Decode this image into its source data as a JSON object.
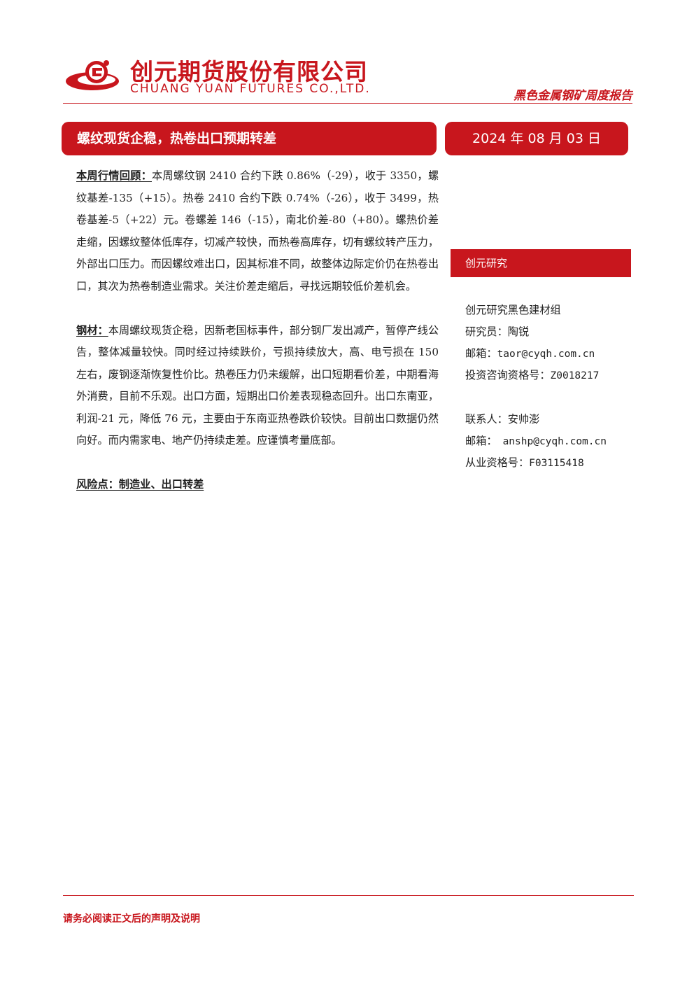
{
  "header": {
    "company_cn": "创元期货股份有限公司",
    "company_en": "CHUANG YUAN FUTURES CO.,LTD.",
    "report_type": "黑色金属钢矿周度报告"
  },
  "title": "螺纹现货企稳，热卷出口预期转差",
  "date": "2024 年 08 月 03 日",
  "sections": [
    {
      "lead": "本周行情回顾：",
      "text": "本周螺纹钢 2410 合约下跌 0.86%（-29），收于 3350，螺纹基差-135（+15）。热卷 2410 合约下跌 0.74%（-26），收于 3499，热卷基差-5（+22）元。卷螺差 146（-15），南北价差-80（+80）。螺热价差走缩，因螺纹整体低库存，切减产较快，而热卷高库存，切有螺纹转产压力，外部出口压力。而因螺纹难出口，因其标准不同，故整体边际定价仍在热卷出口，其次为热卷制造业需求。关注价差走缩后，寻找远期较低价差机会。"
    },
    {
      "lead": "钢材：",
      "text": "本周螺纹现货企稳，因新老国标事件，部分钢厂发出减产，暂停产线公告，整体减量较快。同时经过持续跌价，亏损持续放大，高、电亏损在 150 左右，废钢逐渐恢复性价比。热卷压力仍未缓解，出口短期看价差，中期看海外消费，目前不乐观。出口方面，短期出口价差表现稳态回升。出口东南亚，利润-21 元，降低 76 元，主要由于东南亚热卷跌价较快。目前出口数据仍然向好。而内需家电、地产仍持续走差。应谨慎考量底部。"
    },
    {
      "lead": "风险点：制造业、出口转差",
      "text": ""
    }
  ],
  "side": {
    "banner": "创元研究",
    "group": "创元研究黑色建材组",
    "analyst_label": "研究员：",
    "analyst": "陶锐",
    "email1_label": "邮箱：",
    "email1": "taor@cyqh.com.cn",
    "license1_label": "投资咨询资格号：",
    "license1": "Z0018217",
    "contact_label": "联系人：",
    "contact": "安帅澎",
    "email2_label": "邮箱：",
    "email2": "anshp@cyqh.com.cn",
    "license2_label": "从业资格号：",
    "license2": "F03115418"
  },
  "footer": {
    "note": "请务必阅读正文后的声明及说明"
  },
  "colors": {
    "brand_red": "#c8161d"
  },
  "icons": {
    "logo": "chuangyuan-logo-icon"
  }
}
